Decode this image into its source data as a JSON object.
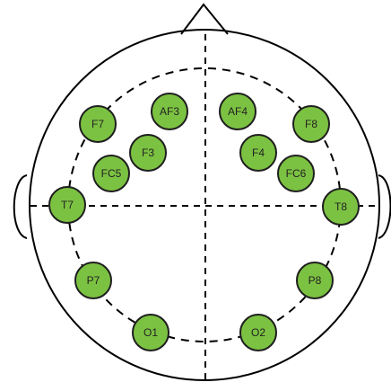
{
  "diagram": {
    "colors": {
      "background": "#ffffff",
      "outline": "#000000",
      "electrode_fill": "#7cc242",
      "electrode_stroke": "#1f1f1f",
      "label": "#222222"
    },
    "electrodes": [
      {
        "id": "AF3",
        "label": "AF3"
      },
      {
        "id": "AF4",
        "label": "AF4"
      },
      {
        "id": "F7",
        "label": "F7"
      },
      {
        "id": "F8",
        "label": "F8"
      },
      {
        "id": "F3",
        "label": "F3"
      },
      {
        "id": "F4",
        "label": "F4"
      },
      {
        "id": "FC5",
        "label": "FC5"
      },
      {
        "id": "FC6",
        "label": "FC6"
      },
      {
        "id": "T7",
        "label": "T7"
      },
      {
        "id": "T8",
        "label": "T8"
      },
      {
        "id": "P7",
        "label": "P7"
      },
      {
        "id": "P8",
        "label": "P8"
      },
      {
        "id": "O1",
        "label": "O1"
      },
      {
        "id": "O2",
        "label": "O2"
      }
    ]
  }
}
